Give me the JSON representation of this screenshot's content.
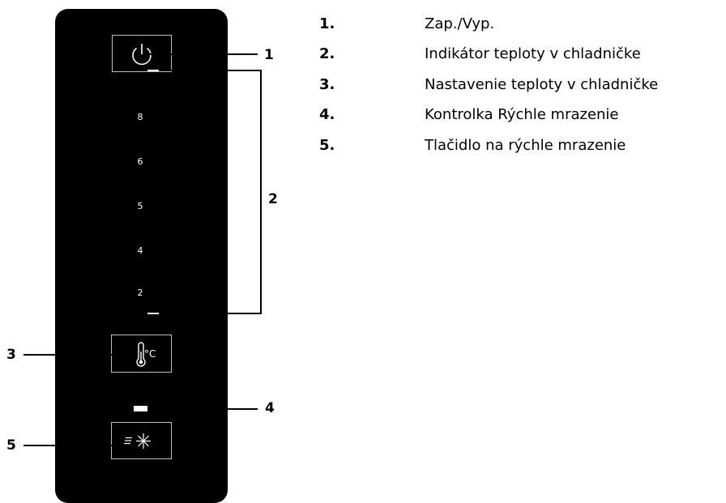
{
  "panel": {
    "scale_values": [
      "8",
      "6",
      "5",
      "4",
      "2"
    ],
    "temp_unit": "°C"
  },
  "callouts": [
    "1",
    "2",
    "3",
    "4",
    "5"
  ],
  "legend": [
    {
      "num": "1.",
      "text": "Zap./Vyp."
    },
    {
      "num": "2.",
      "text": "Indikátor teploty v chladničke"
    },
    {
      "num": "3.",
      "text": "Nastavenie teploty v chladničke"
    },
    {
      "num": "4.",
      "text": "Kontrolka Rýchle mrazenie"
    },
    {
      "num": "5.",
      "text": "Tlačidlo na rýchle mrazenie"
    }
  ],
  "icons": {
    "power": "power-icon",
    "thermometer": "thermometer-icon",
    "freeze": "snowflake-icon"
  }
}
